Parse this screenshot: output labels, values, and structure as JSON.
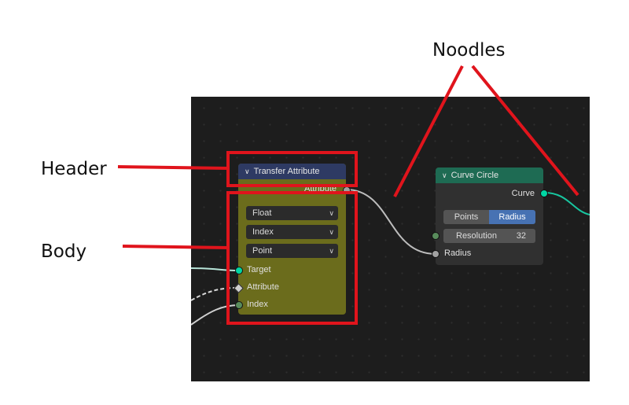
{
  "callouts": {
    "header": "Header",
    "body": "Body",
    "noodles": "Noodles"
  },
  "transfer_node": {
    "title": "Transfer Attribute",
    "output": "Attribute",
    "dropdowns": [
      "Float",
      "Index",
      "Point"
    ],
    "inputs": [
      "Target",
      "Attribute",
      "Index"
    ],
    "header_color": "#2e3a63",
    "body_color": "#6b6c1c"
  },
  "curve_node": {
    "title": "Curve Circle",
    "output": "Curve",
    "mode_options": [
      "Points",
      "Radius"
    ],
    "selected_mode": "Radius",
    "resolution_label": "Resolution",
    "resolution_value": "32",
    "radius_input": "Radius",
    "header_color": "#1e6b53",
    "body_color": "#303030"
  },
  "colors": {
    "annotation": "#e0141c",
    "geometry_socket": "#00d6a3",
    "float_socket": "#a1a1a1",
    "int_socket": "#598c5c",
    "canvas": "#1d1d1d"
  },
  "icons": [
    "chevron-down-icon",
    "caret-down-icon"
  ]
}
